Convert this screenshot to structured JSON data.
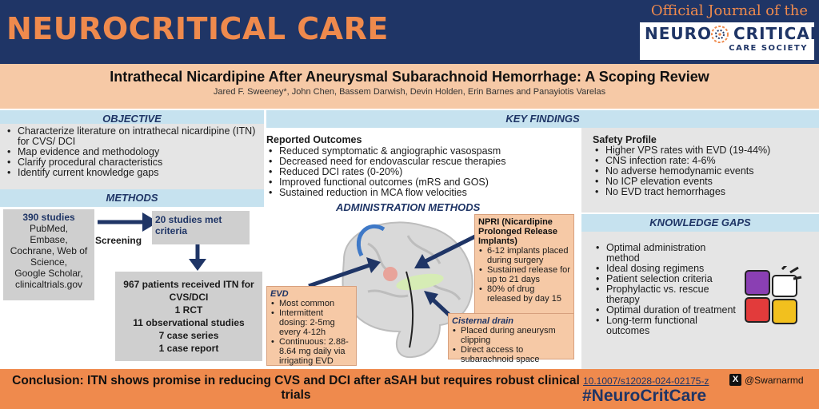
{
  "header": {
    "journal_title": "NEUROCRITICAL CARE",
    "official_line": "Official Journal of the",
    "logo": {
      "neuro": "NEURO",
      "critical": "CRITICAL",
      "society": "CARE SOCIETY"
    },
    "colors": {
      "navy": "#1f3566",
      "orange": "#ef8a4d"
    }
  },
  "article": {
    "title": "Intrathecal Nicardipine After Aneurysmal Subarachnoid Hemorrhage: A Scoping Review",
    "authors": "Jared F. Sweeney*, John Chen, Bassem Darwish, Devin Holden, Erin Barnes and Panayiotis Varelas"
  },
  "objective": {
    "heading": "OBJECTIVE",
    "items": [
      "Characterize literature on intrathecal nicardipine (ITN) for CVS/ DCI",
      "Map evidence and methodology",
      "Clarify procedural characteristics",
      "Identify current knowledge gaps"
    ]
  },
  "methods": {
    "heading": "METHODS",
    "studies_count": "390 studies",
    "sources": [
      "PubMed,",
      "Embase,",
      "Cochrane, Web of Science,",
      "Google Scholar,",
      "clinicaltrials.gov"
    ],
    "screening_label": "Screening",
    "met_criteria": "20 studies met criteria",
    "patients_lines": [
      "967 patients received ITN for CVS/DCI",
      "1 RCT",
      "11 observational studies",
      "7 case series",
      "1 case report"
    ]
  },
  "key_findings": {
    "heading": "KEY FINDINGS",
    "outcomes_title": "Reported Outcomes",
    "outcomes": [
      "Reduced symptomatic & angiographic vasospasm",
      "Decreased need for endovascular rescue therapies",
      "Reduced DCI rates (0-20%)",
      "Improved functional outcomes (mRS and GOS)",
      "Sustained reduction in MCA flow velocities"
    ],
    "admin_title": "ADMINISTRATION METHODS",
    "npri": {
      "title": "NPRI (Nicardipine Prolonged Release Implants)",
      "items": [
        "6-12 implants placed during surgery",
        "Sustained release for up to 21 days",
        "80% of drug released by day 15"
      ]
    },
    "evd": {
      "title": "EVD",
      "items": [
        "Most common",
        "Intermittent dosing: 2-5mg every 4-12h",
        "Continuous: 2.88-8.64 mg daily via irrigating EVD"
      ]
    },
    "cisternal": {
      "title": "Cisternal drain",
      "items": [
        "Placed during aneurysm clipping",
        "Direct access to subarachnoid space"
      ]
    }
  },
  "safety": {
    "title": "Safety Profile",
    "items": [
      "Higher VPS rates with EVD (19-44%)",
      "CNS infection rate: 4-6%",
      "No adverse hemodynamic events",
      "No ICP elevation events",
      "No EVD tract hemorrhages"
    ]
  },
  "knowledge_gaps": {
    "heading": "KNOWLEDGE GAPS",
    "items": [
      "Optimal administration method",
      "Ideal dosing regimens",
      "Patient selection criteria",
      "Prophylactic vs. rescue therapy",
      "Optimal duration of treatment",
      "Long-term functional outcomes"
    ],
    "icon": "puzzle-icon"
  },
  "footer": {
    "conclusion": "Conclusion: ITN shows promise in reducing CVS and DCI after aSAH but requires robust clinical trials",
    "doi": "10.1007/s12028-024-02175-z",
    "x_glyph": "X",
    "handle": "@Swarnarmd",
    "hashtag": "#NeuroCritCare"
  }
}
